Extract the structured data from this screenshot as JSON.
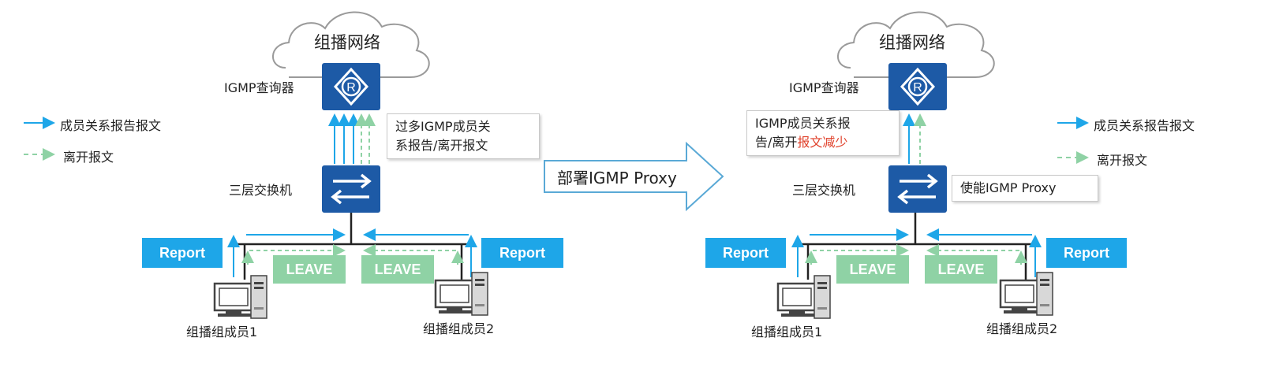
{
  "left": {
    "cloud_label": "组播网络",
    "querier_label": "IGMP查询器",
    "switch_label": "三层交换机",
    "callout_line1": "过多IGMP成员关",
    "callout_line2": "系报告/离开报文",
    "report_left": "Report",
    "report_right": "Report",
    "leave_left": "LEAVE",
    "leave_right": "LEAVE",
    "member1": "组播组成员1",
    "member2": "组播组成员2",
    "legend_report": "成员关系报告报文",
    "legend_leave": "离开报文"
  },
  "center": {
    "arrow_label": "部署IGMP Proxy"
  },
  "right": {
    "cloud_label": "组播网络",
    "querier_label": "IGMP查询器",
    "switch_label": "三层交换机",
    "callout_line1": "IGMP成员关系报",
    "callout_line2_prefix": "告/离开",
    "callout_line2_highlight": "报文减少",
    "enable_label": "使能IGMP Proxy",
    "report_left": "Report",
    "report_right": "Report",
    "leave_left": "LEAVE",
    "leave_right": "LEAVE",
    "member1": "组播组成员1",
    "member2": "组播组成员2",
    "legend_report": "成员关系报告报文",
    "legend_leave": "离开报文"
  },
  "colors": {
    "device_blue": "#1d5aa6",
    "report_blue": "#1ea6e8",
    "leave_green": "#8fd2a5",
    "highlight_red": "#e0412b",
    "arrow_outline": "#5aa9d6"
  }
}
